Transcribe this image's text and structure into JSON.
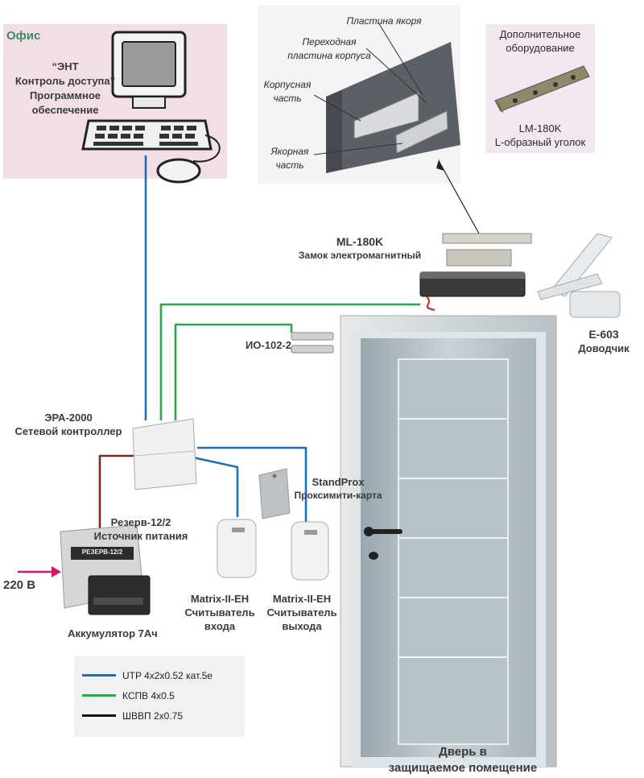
{
  "office": {
    "title": "Офис",
    "software_line1": "“ЭНТ",
    "software_line2": "Контроль доступа”",
    "software_line3": "Программное",
    "software_line4": "обеспечение"
  },
  "lock_detail": {
    "anchor_plate": "Пластина якоря",
    "adapter_plate_line1": "Переходная",
    "adapter_plate_line2": "пластина корпуса",
    "body_part_line1": "Корпусная",
    "body_part_line2": "часть",
    "anchor_part_line1": "Якорная",
    "anchor_part_line2": "часть"
  },
  "extra_equipment": {
    "title_line1": "Дополнительное",
    "title_line2": "оборудование",
    "model": "LM-180K",
    "desc": "L-образный уголок"
  },
  "lock": {
    "model": "ML-180K",
    "desc": "Замок электромагнитный"
  },
  "closer": {
    "model": "E-603",
    "desc": "Доводчик"
  },
  "sensor": {
    "model": "ИО-102-2"
  },
  "controller": {
    "model": "ЭРА-2000",
    "desc": "Сетевой контроллер"
  },
  "power": {
    "model": "Резерв-12/2",
    "desc": "Источник питания",
    "device_label": "РЕЗЕРВ-12/2"
  },
  "mains": {
    "label": "220 В"
  },
  "battery": {
    "label": "Аккумулятор 7Ач"
  },
  "card": {
    "model": "StandProx",
    "desc": "Проксимити-карта"
  },
  "reader_in": {
    "model": "Matrix-II-EH",
    "desc_line1": "Считыватель",
    "desc_line2": "входа"
  },
  "reader_out": {
    "model": "Matrix-II-EH",
    "desc_line1": "Считыватель",
    "desc_line2": "выхода"
  },
  "door": {
    "line1": "Дверь в",
    "line2": "защищаемое помещение"
  },
  "legend": [
    {
      "label": "UTP 4x2x0.52 кат.5е",
      "color": "#1f6fb5"
    },
    {
      "label": "КСПВ 4x0.5",
      "color": "#2aa84a"
    },
    {
      "label": "ШВВП 2x0.75",
      "color": "#111111"
    }
  ],
  "colors": {
    "utp": "#1f6fb5",
    "kspv": "#2aa84a",
    "shvvp": "#111111",
    "power_wire": "#7a2a1e",
    "mains_arrow": "#d6156b"
  }
}
